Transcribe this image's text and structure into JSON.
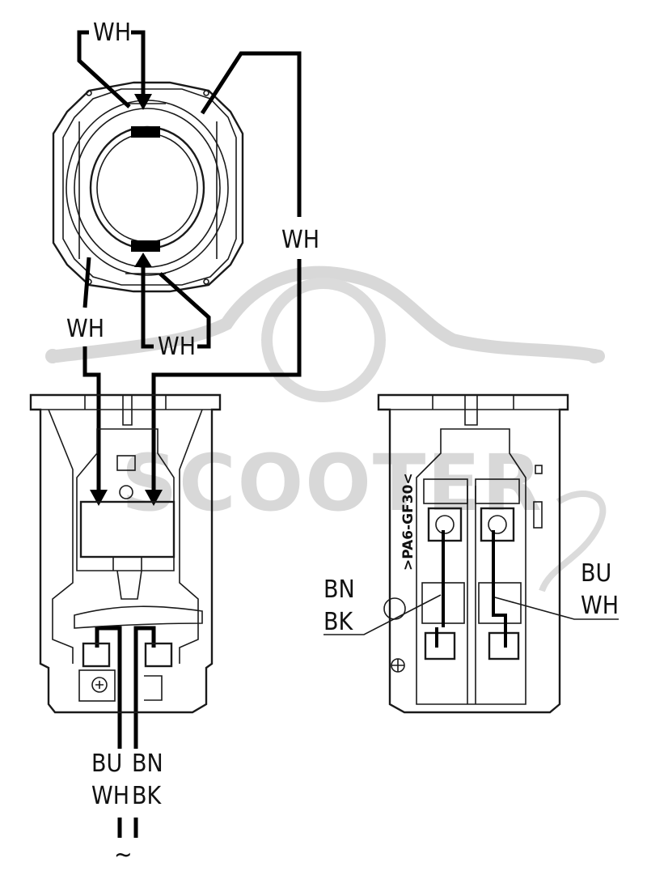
{
  "labels": {
    "coil_top": "WH",
    "coil_right": "WH",
    "coil_left": "WH",
    "coil_bottom": "WH",
    "supply_left_1": "BU",
    "supply_left_2": "WH",
    "supply_right_1": "BN",
    "supply_right_2": "BK",
    "right_view_left_1": "BN",
    "right_view_left_2": "BK",
    "right_view_right_1": "BU",
    "right_view_right_2": "WH",
    "ac_symbol": "~",
    "material_marking": ">PA6-GF30<"
  },
  "watermark": {
    "text": "SCOOTER",
    "color": "#d4d4d4"
  }
}
